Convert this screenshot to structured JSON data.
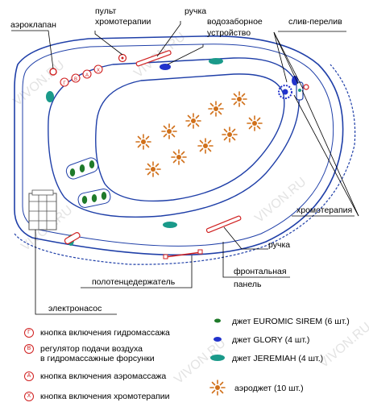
{
  "labels": {
    "aeroklapan": "аэроклапан",
    "pult_line1": "пульт",
    "pult_line2": "хромотерапии",
    "ruchka_top": "ручка",
    "vodozabor_line1": "водозаборное",
    "vodozabor_line2": "устройство",
    "sliv": "слив-перелив",
    "hromoterapiya": "хромотерапия",
    "ruchka_bottom": "ручка",
    "panel_line1": "фронтальная",
    "panel_line2": "панель",
    "polotence": "полотенцедержатель",
    "elektronasos": "электронасос"
  },
  "legend_left": [
    {
      "badge": "Г",
      "text": "кнопка включения гидромассажа"
    },
    {
      "badge": "В",
      "text": "регулятор подачи воздуха",
      "text2": "в гидромассажные форсунки"
    },
    {
      "badge": "А",
      "text": "кнопка включения аэромассажа"
    },
    {
      "badge": "Х",
      "text": "кнопка включения хромотерапии"
    }
  ],
  "legend_right": [
    {
      "icon": "green-dot",
      "text": "джет EUROMIC SIREM (6 шт.)"
    },
    {
      "icon": "blue-oval",
      "text": "джет GLORY (4 шт.)"
    },
    {
      "icon": "teal-oval",
      "text": "джет JEREMIAH (4 шт.)"
    },
    {
      "icon": "aerojet-star",
      "text": "аэроджет (10 шт.)"
    }
  ],
  "panel_buttons": [
    "Г",
    "В",
    "А",
    "Х"
  ],
  "watermark": "VIVON.RU",
  "colors": {
    "outline": "#1f3fa8",
    "red": "#d02020",
    "teal": "#1a9a8a",
    "green": "#1f7a2a",
    "aerojet": "#d0701a",
    "blue": "#2233cc"
  }
}
